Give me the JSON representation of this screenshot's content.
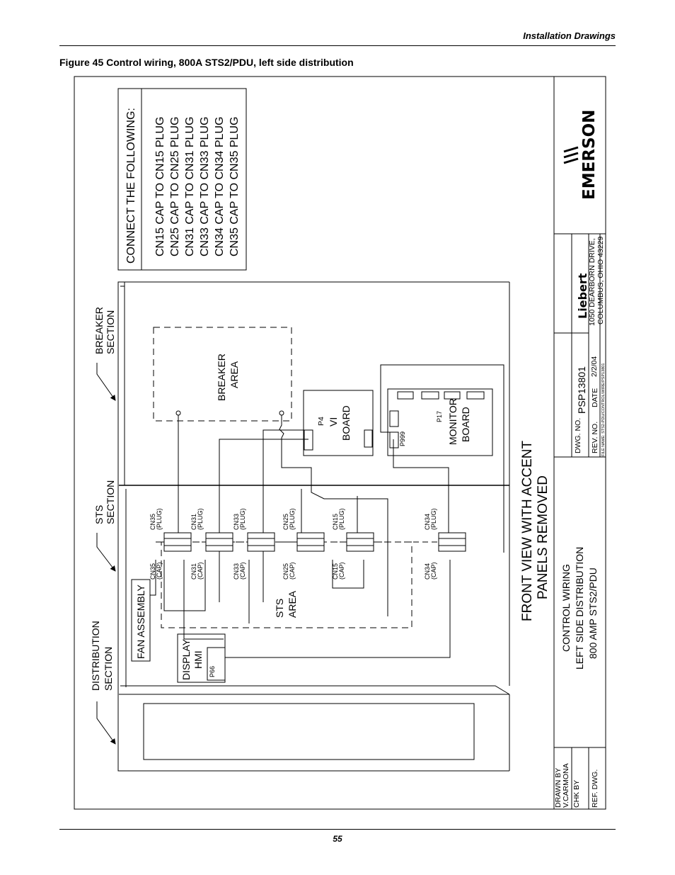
{
  "header": {
    "section_title": "Installation Drawings"
  },
  "figure": {
    "caption": "Figure 45  Control wiring, 800A STS2/PDU, left side distribution"
  },
  "footer": {
    "page_number": "55"
  },
  "drawing": {
    "connect_list": {
      "title": "CONNECT THE FOLLOWING:",
      "items": [
        "CN15 CAP TO CN15 PLUG",
        "CN25 CAP TO CN25 PLUG",
        "CN31 CAP TO CN31 PLUG",
        "CN33 CAP TO CN33 PLUG",
        "CN34 CAP TO CN34 PLUG",
        "CN35 CAP TO CN35 PLUG"
      ]
    },
    "sections": {
      "breaker_l1": "BREAKER",
      "breaker_l2": "SECTION",
      "sts_l1": "STS",
      "sts_l2": "SECTION",
      "distribution_l1": "DISTRIBUTION",
      "distribution_l2": "SECTION"
    },
    "areas": {
      "breaker_l1": "BREAKER",
      "breaker_l2": "AREA",
      "sts_l1": "STS",
      "sts_l2": "AREA"
    },
    "boards": {
      "vi_l1": "VI",
      "vi_l2": "BOARD",
      "monitor_l1": "MONITOR",
      "monitor_l2": "BOARD",
      "p4": "P4",
      "p17": "P17",
      "p999": "P999",
      "p66": "P66"
    },
    "fan_assembly": "FAN ASSEMBLY",
    "display": {
      "l1": "DISPLAY",
      "l2": "HMI"
    },
    "plugs": [
      {
        "name": "CN35",
        "tag": "(PLUG)"
      },
      {
        "name": "CN31",
        "tag": "(PLUG)"
      },
      {
        "name": "CN33",
        "tag": "(PLUG)"
      },
      {
        "name": "CN25",
        "tag": "(PLUG)"
      },
      {
        "name": "CN15",
        "tag": "(PLUG)"
      },
      {
        "name": "CN34",
        "tag": "(PLUG)"
      }
    ],
    "caps": [
      {
        "name": "CN35",
        "tag": "(CAP)"
      },
      {
        "name": "CN31",
        "tag": "(CAP)"
      },
      {
        "name": "CN33",
        "tag": "(CAP)"
      },
      {
        "name": "CN25",
        "tag": "(CAP)"
      },
      {
        "name": "CN15",
        "tag": "(CAP)"
      },
      {
        "name": "CN34",
        "tag": "(CAP)"
      }
    ],
    "view_title": {
      "l1": "FRONT VIEW WITH ACCENT",
      "l2": "PANELS REMOVED"
    }
  },
  "title_block": {
    "drawn_by_label": "DRAWN BY",
    "drawn_by_value": "V.CARMONA",
    "chk_by_label": "CHK BY",
    "ref_dwg_label": "REF. DWG.",
    "title_l1": "CONTROL WIRING",
    "title_l2": "LEFT SIDE DISTRIBUTION",
    "title_l3": "800 AMP STS2/PDU",
    "dwg_no_label": "DWG. NO.",
    "dwg_no_value": "PSP13801",
    "rev_no_label": "REV. NO.",
    "date_label": "DATE",
    "date_value": "2/2/04",
    "file_name": "FILE NAME: STS2-PDU/CONTROL/WIRE/PSP13801",
    "company": "Liebert",
    "address_l1": "1050 DEARBORN DRIVE,",
    "address_l2": "COLUMBUS, OHIO 43229",
    "brand": "EMERSON"
  }
}
